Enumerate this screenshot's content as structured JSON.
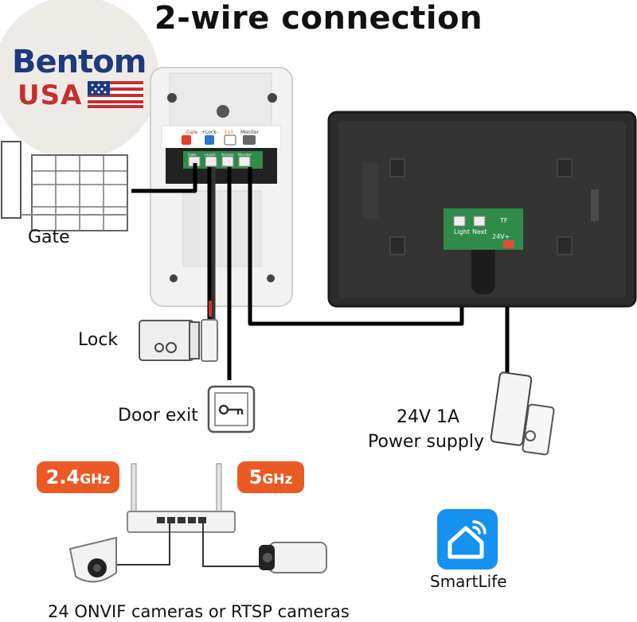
{
  "title": "2-wire connection",
  "logo": {
    "name": "Bentom",
    "country": "USA"
  },
  "labels": {
    "gate": "Gate",
    "lock": "Lock",
    "door_exit": "Door exit",
    "power_line1": "24V 1A",
    "power_line2": "Power supply",
    "smartlife": "SmartLife",
    "cameras": "24 ONVIF cameras or RTSP cameras"
  },
  "badges": {
    "band_24_num": "2.4",
    "band_24_unit": "GHz",
    "band_5_num": "5",
    "band_5_unit": "GHz"
  },
  "panel": {
    "icon_labels": [
      "Gate",
      "+Lock-",
      "Exit",
      "Monitor"
    ],
    "terminal_labels": [
      "Gate",
      "+Lock-",
      "Access",
      "Monitor"
    ]
  },
  "monitor": {
    "board_labels": [
      "Light",
      "Next",
      "TF",
      "24V+"
    ]
  },
  "colors": {
    "badge": "#ea5a24",
    "smartlife_blue": "#1591f0",
    "logo_blue": "#1e3a7e",
    "logo_red": "#c62f2f",
    "board_green": "#2e8b4a"
  }
}
